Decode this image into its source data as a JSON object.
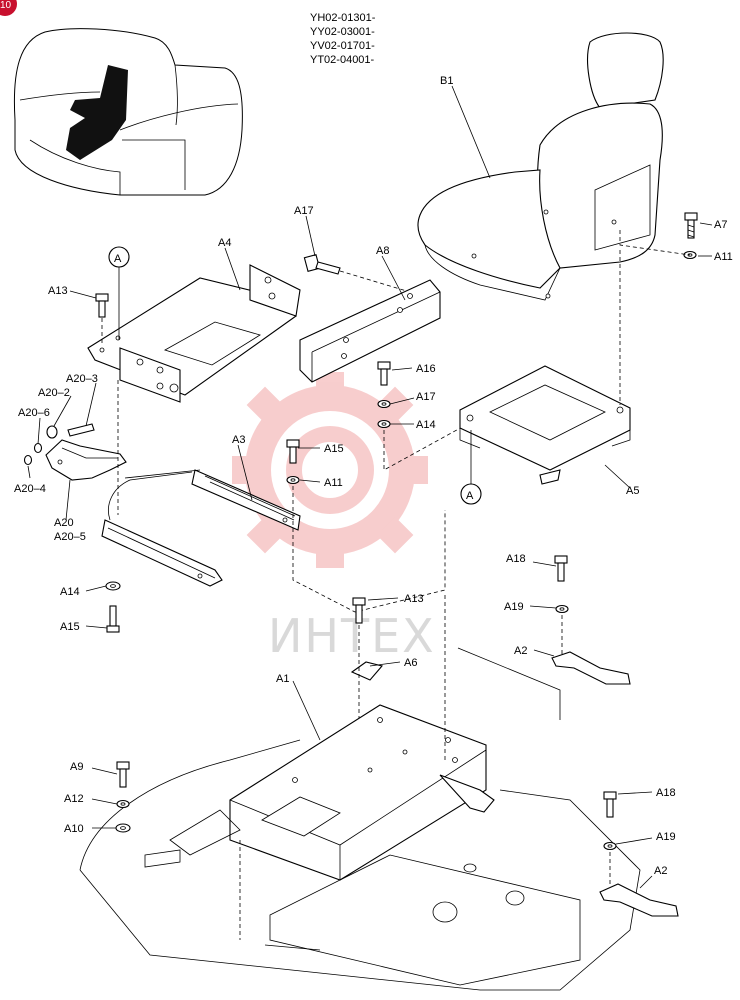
{
  "page_badge": "10",
  "model_codes": [
    "YH02-01301-",
    "YY02-03001-",
    "YV02-01701-",
    "YT02-04001-"
  ],
  "watermark": "ИНТЕХ",
  "callout": "A",
  "parts": {
    "B1": "B1",
    "A17_top": "A17",
    "A7": "A7",
    "A11_seat": "A11",
    "A8": "A8",
    "A4": "A4",
    "A13_top": "A13",
    "A16": "A16",
    "A17_mid": "A17",
    "A14_mid": "A14",
    "A20_3": "A20–3",
    "A20_2": "A20–2",
    "A20_6": "A20–6",
    "A20_4": "A20–4",
    "A20": "A20",
    "A20_5": "A20–5",
    "A3": "A3",
    "A15_mid": "A15",
    "A11_mid": "A11",
    "A5": "A5",
    "A18_top": "A18",
    "A19_top": "A19",
    "A2_top": "A2",
    "A14_low": "A14",
    "A15_low": "A15",
    "A13_low": "A13",
    "A6": "A6",
    "A1": "A1",
    "A9": "A9",
    "A12": "A12",
    "A10": "A10",
    "A18_low": "A18",
    "A19_low": "A19",
    "A2_low": "A2"
  }
}
